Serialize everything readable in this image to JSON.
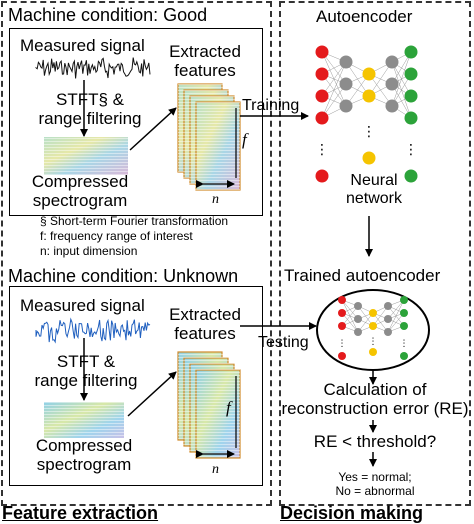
{
  "panels": {
    "feature_extraction": "Feature extraction",
    "decision_making": "Decision making"
  },
  "top": {
    "heading": "Machine condition: Good",
    "measured_signal": "Measured signal",
    "stft_line1": "STFT§ &",
    "stft_line2": "range filtering",
    "compressed_line1": "Compressed",
    "compressed_line2": "spectrogram",
    "extracted_line1": "Extracted",
    "extracted_line2": "features",
    "f_label": "f",
    "n_label": "n"
  },
  "footnotes": {
    "stft": "§ Short-term Fourier transformation",
    "f": "f: frequency range of interest",
    "n": "n: input dimension"
  },
  "bottom": {
    "heading": "Machine condition: Unknown",
    "measured_signal": "Measured signal",
    "stft_line1": "STFT &",
    "stft_line2": "range filtering",
    "compressed_line1": "Compressed",
    "compressed_line2": "spectrogram",
    "extracted_line1": "Extracted",
    "extracted_line2": "features",
    "f_label": "f",
    "n_label": "n"
  },
  "arrows": {
    "training": "Training",
    "testing": "Testing"
  },
  "right": {
    "autoencoder_title": "Autoencoder",
    "dots": "⋮",
    "nn_line1": "Neural",
    "nn_line2": "network",
    "trained_title": "Trained autoencoder",
    "re_line1": "Calculation of",
    "re_line2": "reconstruction error (RE)",
    "threshold": "RE < threshold?",
    "yes": "Yes = normal;",
    "no": "No = abnormal"
  },
  "colors": {
    "node_red": "#e41a1c",
    "node_gray": "#8c8c8c",
    "node_yellow": "#f5c400",
    "node_green": "#2ca33a",
    "signal_black": "#111111",
    "signal_blue": "#1f5fbf"
  }
}
